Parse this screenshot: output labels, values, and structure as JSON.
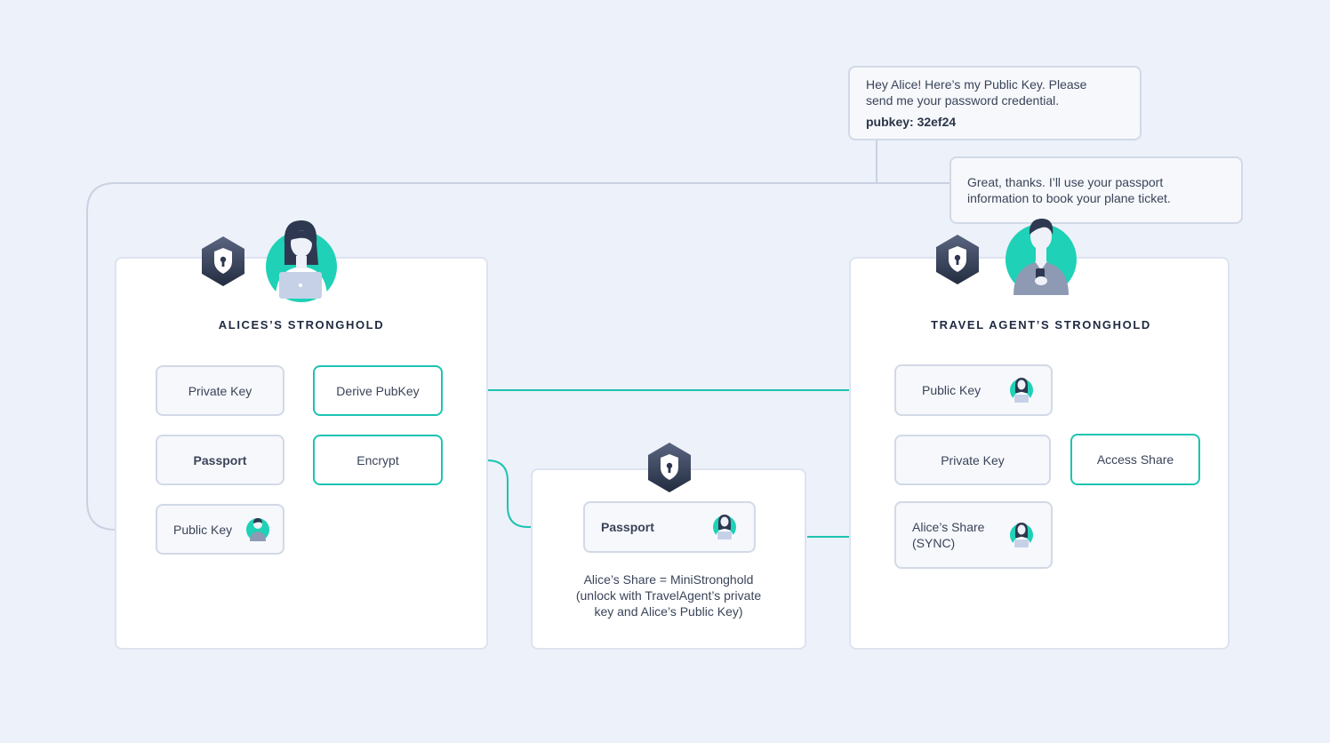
{
  "alice_stronghold": {
    "title": "ALICES’S STRONGHOLD",
    "nodes": {
      "private_key": "Private Key",
      "derive_pubkey": "Derive PubKey",
      "passport": "Passport",
      "encrypt": "Encrypt",
      "public_key": "Public Key"
    }
  },
  "share_box": {
    "passport": "Passport",
    "caption_line1": "Alice’s Share = MiniStronghold",
    "caption_line2": "(unlock with TravelAgent’s private",
    "caption_line3": "key and Alice’s Public Key)"
  },
  "agent_stronghold": {
    "title": "TRAVEL AGENT’S STRONGHOLD",
    "nodes": {
      "public_key": "Public Key",
      "private_key": "Private Key",
      "access_share": "Access Share",
      "alices_share_line1": "Alice’s Share",
      "alices_share_line2": "(SYNC)"
    }
  },
  "messages": {
    "agent_msg_line1": "Hey Alice! Here’s my Public Key. Please",
    "agent_msg_line2": "send me your password credential.",
    "agent_msg_pubkey": "pubkey: 32ef24",
    "alice_msg_line1": "Great, thanks. I’ll use your passport",
    "alice_msg_line2": "information to book your plane ticket."
  },
  "colors": {
    "accent_teal": "#1cc3b2",
    "connector_gray": "#c9d1e2",
    "background": "#edf1f9",
    "shield_dark": "#2e3850"
  },
  "icons": [
    "shield-lock-icon",
    "alice-avatar",
    "travel-agent-avatar"
  ]
}
